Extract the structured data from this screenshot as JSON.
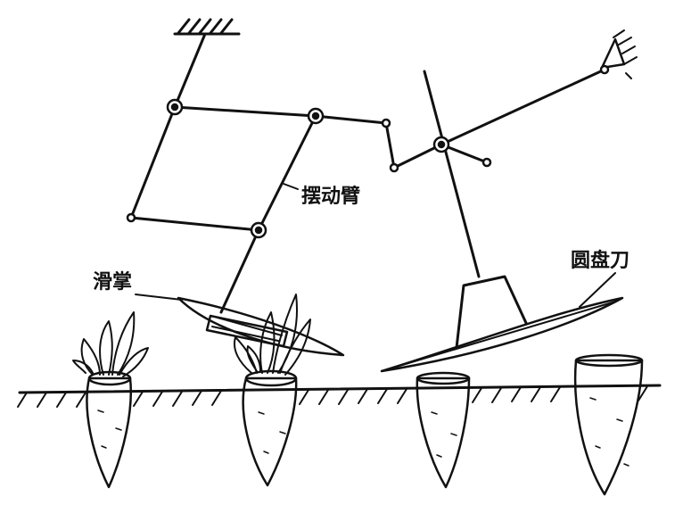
{
  "labels": {
    "swing_arm": "摆动臂",
    "slide_palm": "滑掌",
    "disc_knife": "圆盘刀"
  },
  "colors": {
    "ink": "#111111",
    "background": "#ffffff"
  }
}
